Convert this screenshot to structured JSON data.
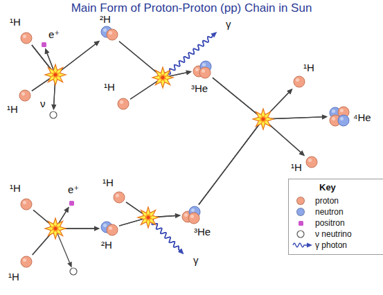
{
  "diagram": {
    "title": "Main Form of Proton-Proton (pp) Chain in Sun",
    "nodes": [
      {
        "text": [
          "¹H"
        ]
      },
      {
        "text": [
          "¹H"
        ]
      },
      {
        "text": [
          "e⁺"
        ]
      },
      {
        "text": [
          "ν"
        ]
      },
      {
        "text": [
          "²H"
        ]
      },
      {
        "text": [
          "¹H"
        ]
      },
      {
        "text": [
          "γ"
        ]
      },
      {
        "text": [
          "³He"
        ]
      },
      {
        "text": [
          "¹H"
        ]
      },
      {
        "text": [
          "¹H"
        ]
      },
      {
        "text": [
          "e⁺"
        ]
      },
      {
        "text": [
          "¹H"
        ]
      },
      {
        "text": [
          "²H"
        ]
      },
      {
        "text": [
          "³He"
        ]
      },
      {
        "text": [
          "γ"
        ]
      },
      {
        "text": [
          "¹H"
        ]
      },
      {
        "text": [
          "⁴He"
        ]
      },
      {
        "text": [
          "¹H"
        ]
      }
    ],
    "edges": [
      {
        "from": 0,
        "to": 2,
        "arrow": "to"
      },
      {
        "from": 0,
        "to": 3,
        "arrow": "to"
      },
      {
        "from": 0,
        "to": 4,
        "arrow": "to"
      },
      {
        "from": 1,
        "to": 2,
        "arrow": "to"
      },
      {
        "from": 1,
        "to": 3,
        "arrow": "to"
      },
      {
        "from": 1,
        "to": 4,
        "arrow": "to"
      },
      {
        "from": 4,
        "to": 6,
        "arrow": "to"
      },
      {
        "from": 4,
        "to": 7,
        "arrow": "to"
      },
      {
        "from": 5,
        "to": 6,
        "arrow": "to"
      },
      {
        "from": 5,
        "to": 7,
        "arrow": "to"
      },
      {
        "from": 8,
        "to": 10,
        "arrow": "to"
      },
      {
        "from": 8,
        "to": 12,
        "arrow": "to"
      },
      {
        "from": 9,
        "to": 10,
        "arrow": "to"
      },
      {
        "from": 9,
        "to": 12,
        "arrow": "to"
      },
      {
        "from": 11,
        "to": 13,
        "arrow": "to"
      },
      {
        "from": 11,
        "to": 14,
        "arrow": "to"
      },
      {
        "from": 12,
        "to": 13,
        "arrow": "to"
      },
      {
        "from": 12,
        "to": 14,
        "arrow": "to"
      },
      {
        "from": 7,
        "to": 15,
        "arrow": "to"
      },
      {
        "from": 7,
        "to": 16,
        "arrow": "to"
      },
      {
        "from": 7,
        "to": 17,
        "arrow": "to"
      },
      {
        "from": 13,
        "to": 15,
        "arrow": "to"
      },
      {
        "from": 13,
        "to": 16,
        "arrow": "to"
      },
      {
        "from": 13,
        "to": 17,
        "arrow": "to"
      }
    ],
    "labels": [
      "Key"
    ],
    "legend": [
      {
        "text": "proton",
        "color": "#f4a285"
      },
      {
        "text": "neutron",
        "color": "#8da7e8"
      },
      {
        "text": "positron",
        "color": "#cc55cc"
      },
      {
        "text": "ν neutrino"
      },
      {
        "text": "γ photon"
      }
    ]
  }
}
